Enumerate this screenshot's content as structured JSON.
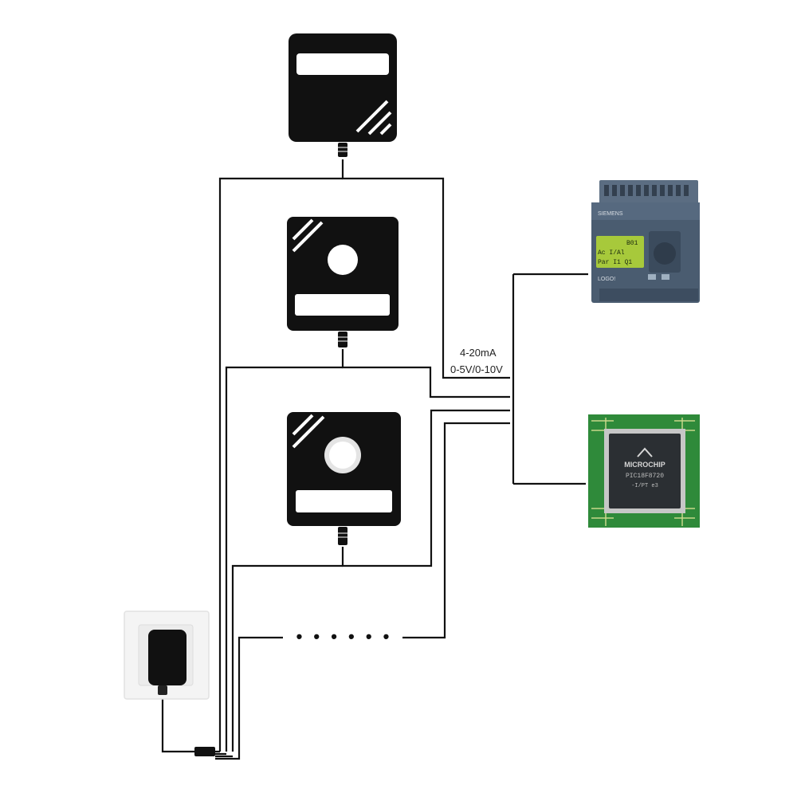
{
  "signal": {
    "current": "4-20mA",
    "voltage": "0-5V/0-10V"
  },
  "plc": {
    "brand": "SIEMENS",
    "screen_line1": "B01",
    "screen_line2": "Ac I/Al",
    "screen_line3": "Par I1 Q1",
    "model": "LOGO!"
  },
  "chip": {
    "brand": "MICROCHIP",
    "part": "PIC18F8720",
    "suffix": "-I/PT e3"
  },
  "continuation": "• • • • • •",
  "colors": {
    "device": "#111111",
    "wire": "#111111",
    "plc_body": "#4a5c70",
    "plc_screen": "#a7c93b",
    "pcb": "#2f8a3a",
    "chip": "#2b2f33"
  },
  "icons": [
    "sensor-display-icon",
    "sensor-detector-icon",
    "power-adapter-icon",
    "plc-icon",
    "microcontroller-icon"
  ]
}
